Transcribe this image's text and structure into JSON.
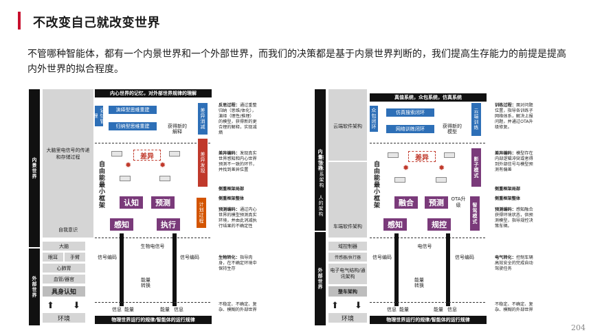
{
  "slide": {
    "title": "不改变自己就改变世界",
    "intro": "不管哪种智能体，都有一个内景世界和一个外部世界，而我们的决策都是基于内景世界判断的，我们提高生存能力的前提是提高内外世界的拟合程度。",
    "page_number": "204"
  },
  "left": {
    "top_banner": "内心世界的记忆，对外部世界规律的理解",
    "bottom_banner": "物理世界运行的规律/智能体的运行规律",
    "side_top": "内景世界",
    "side_bottom": "外部世界",
    "col_brain": "大脑里电信号的传递和存储过程",
    "col_self": "自我意识",
    "body_rows": [
      "大脑",
      "眼耳",
      "手臂",
      "心肺胃",
      "血管/器官"
    ],
    "embodied": "具身认知",
    "env": "环境",
    "memory": "记忆管理",
    "deduce": "演绎型思维重建",
    "induce": "归纳型思维重建",
    "new_solution": "获得新的解释",
    "diff_reduce": "差异消减",
    "diff": "差异",
    "diff_found": "差异发现",
    "plan": "计划过程",
    "free_energy": "自由能最小框架",
    "perceive": "认知",
    "predict": "预测",
    "sense": "感知",
    "act": "执行",
    "bio_signal": "生物电信号",
    "sig_encode_l": "信号编码",
    "sig_encode_r": "信号编码",
    "energy_convert": "能量转换",
    "info1": "信息",
    "energy1": "能量",
    "energy2": "能量",
    "info2": "信息",
    "notes": {
      "n1_title": "反思过程：",
      "n1": "通过重整归纳（思维/体化），演绎（理性/推理）的模型，获得新的更合理的解释，实现减熵",
      "n2_title": "差异编码：",
      "n2": "发现真实世界感知和内心世界预测不一致的环节，并找到差异位置",
      "n3": "侧重框架局部",
      "n4": "侧重框架整体",
      "n5_title": "预测编码：",
      "n5": "通过内心世界的模型预测真实环境，并由此消减执行结果的不确定性",
      "n6_title": "生物转化：",
      "n6": "指导肉身，在不确定环境中保持生存",
      "n7": "不稳定、不确定、复杂、模糊的外部世界"
    }
  },
  "right": {
    "top_banner": "真值系统，众包系统，仿真系统",
    "bottom_banner": "物理世界运行的规律/智能体的运行规律",
    "side_top": "内景世界",
    "side_bottom": "外部世界",
    "col_cloud": "云端软件架构",
    "col_research": "研发体系架构",
    "col_human": "人的架构",
    "col_car": "车端软件架构",
    "body_rows": [
      "域控制器",
      "传感器/执行器",
      "电子电气结构/通讯架构",
      "整车架构"
    ],
    "env": "环境",
    "crowd": "众包闭环",
    "sim_scene": "仿真搜索闭环",
    "net_train": "网络训练闭环",
    "new_model": "获得新的模型",
    "cloud_train": "云端训练",
    "diff": "差异",
    "shadow": "影子模式",
    "free_energy": "自由能最小框架",
    "fuse": "融合",
    "predict": "预测",
    "ota": "OTA升级",
    "sense": "感知",
    "control": "规控",
    "smart_drive": "智驾模式",
    "elec_signal": "电信号",
    "sig_encode_l": "信号编码",
    "sig_encode_r": "信号编码",
    "energy_convert": "能量转换",
    "info1": "信息",
    "energy1": "能量",
    "energy2": "能量",
    "info2": "信息",
    "notes": {
      "n1_title": "训练过程：",
      "n1": "面对问题位置，指导各训练子网络体系，解决上报问题，并通过OTA升级修复。",
      "n2_title": "差异编码：",
      "n2": "模型存在内部逻辑冲突或者得到外部信号与模型预测有偏差",
      "n3": "侧重框架局部",
      "n4": "侧重框架整体",
      "n5_title": "预测编码：",
      "n5": "感知融合获得环境状态，供预测模型，指导规控决策车辆。",
      "n6_title": "电气转化：",
      "n6": "控制车辆高效安全的完成自动驾驶任务",
      "n7": "不稳定、不确定、复杂、模糊的外部世界"
    }
  }
}
